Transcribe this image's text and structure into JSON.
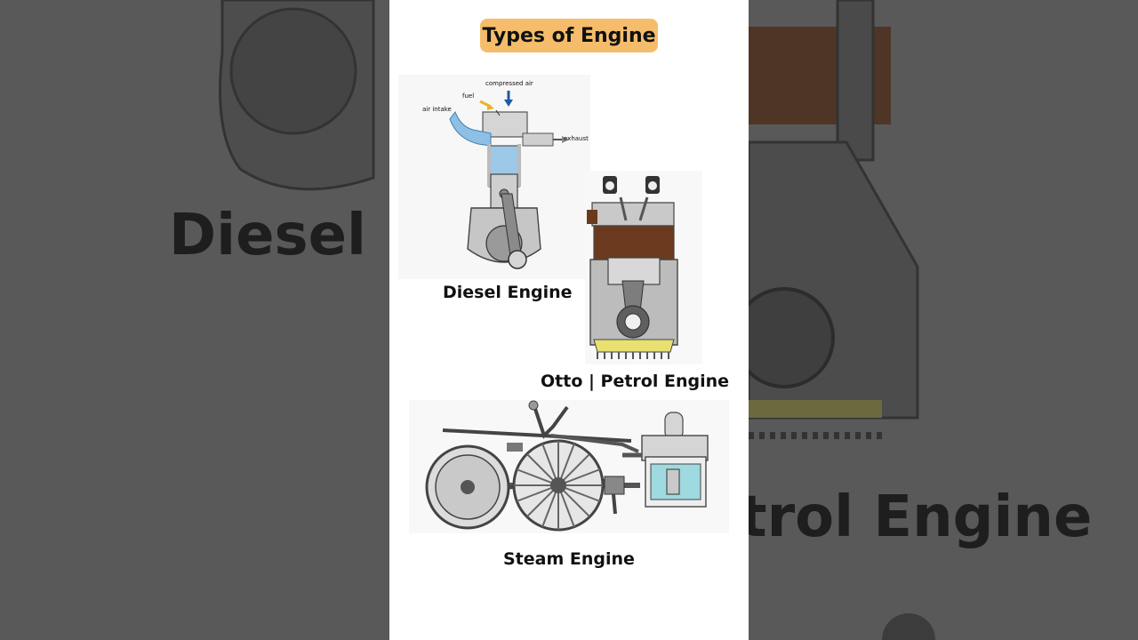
{
  "background": {
    "left_text": "Diesel E",
    "right_text": "trol Engine"
  },
  "title": "Types of Engine",
  "diesel": {
    "label": "Diesel Engine",
    "callouts": {
      "compressed_air": "compressed air",
      "fuel": "fuel",
      "air_intake": "air intake",
      "exhaust": "exhaust"
    }
  },
  "otto": {
    "label": "Otto | Petrol Engine"
  },
  "steam": {
    "label": "Steam Engine"
  },
  "colors": {
    "title_pill": "#f5bd6b",
    "coolant_blue": "#9ec8e8",
    "oil_brown": "#6b3a1e",
    "sump_yellow": "#e8e070",
    "arrow_blue": "#1f5aa6",
    "arrow_yellow": "#e8b32a"
  }
}
